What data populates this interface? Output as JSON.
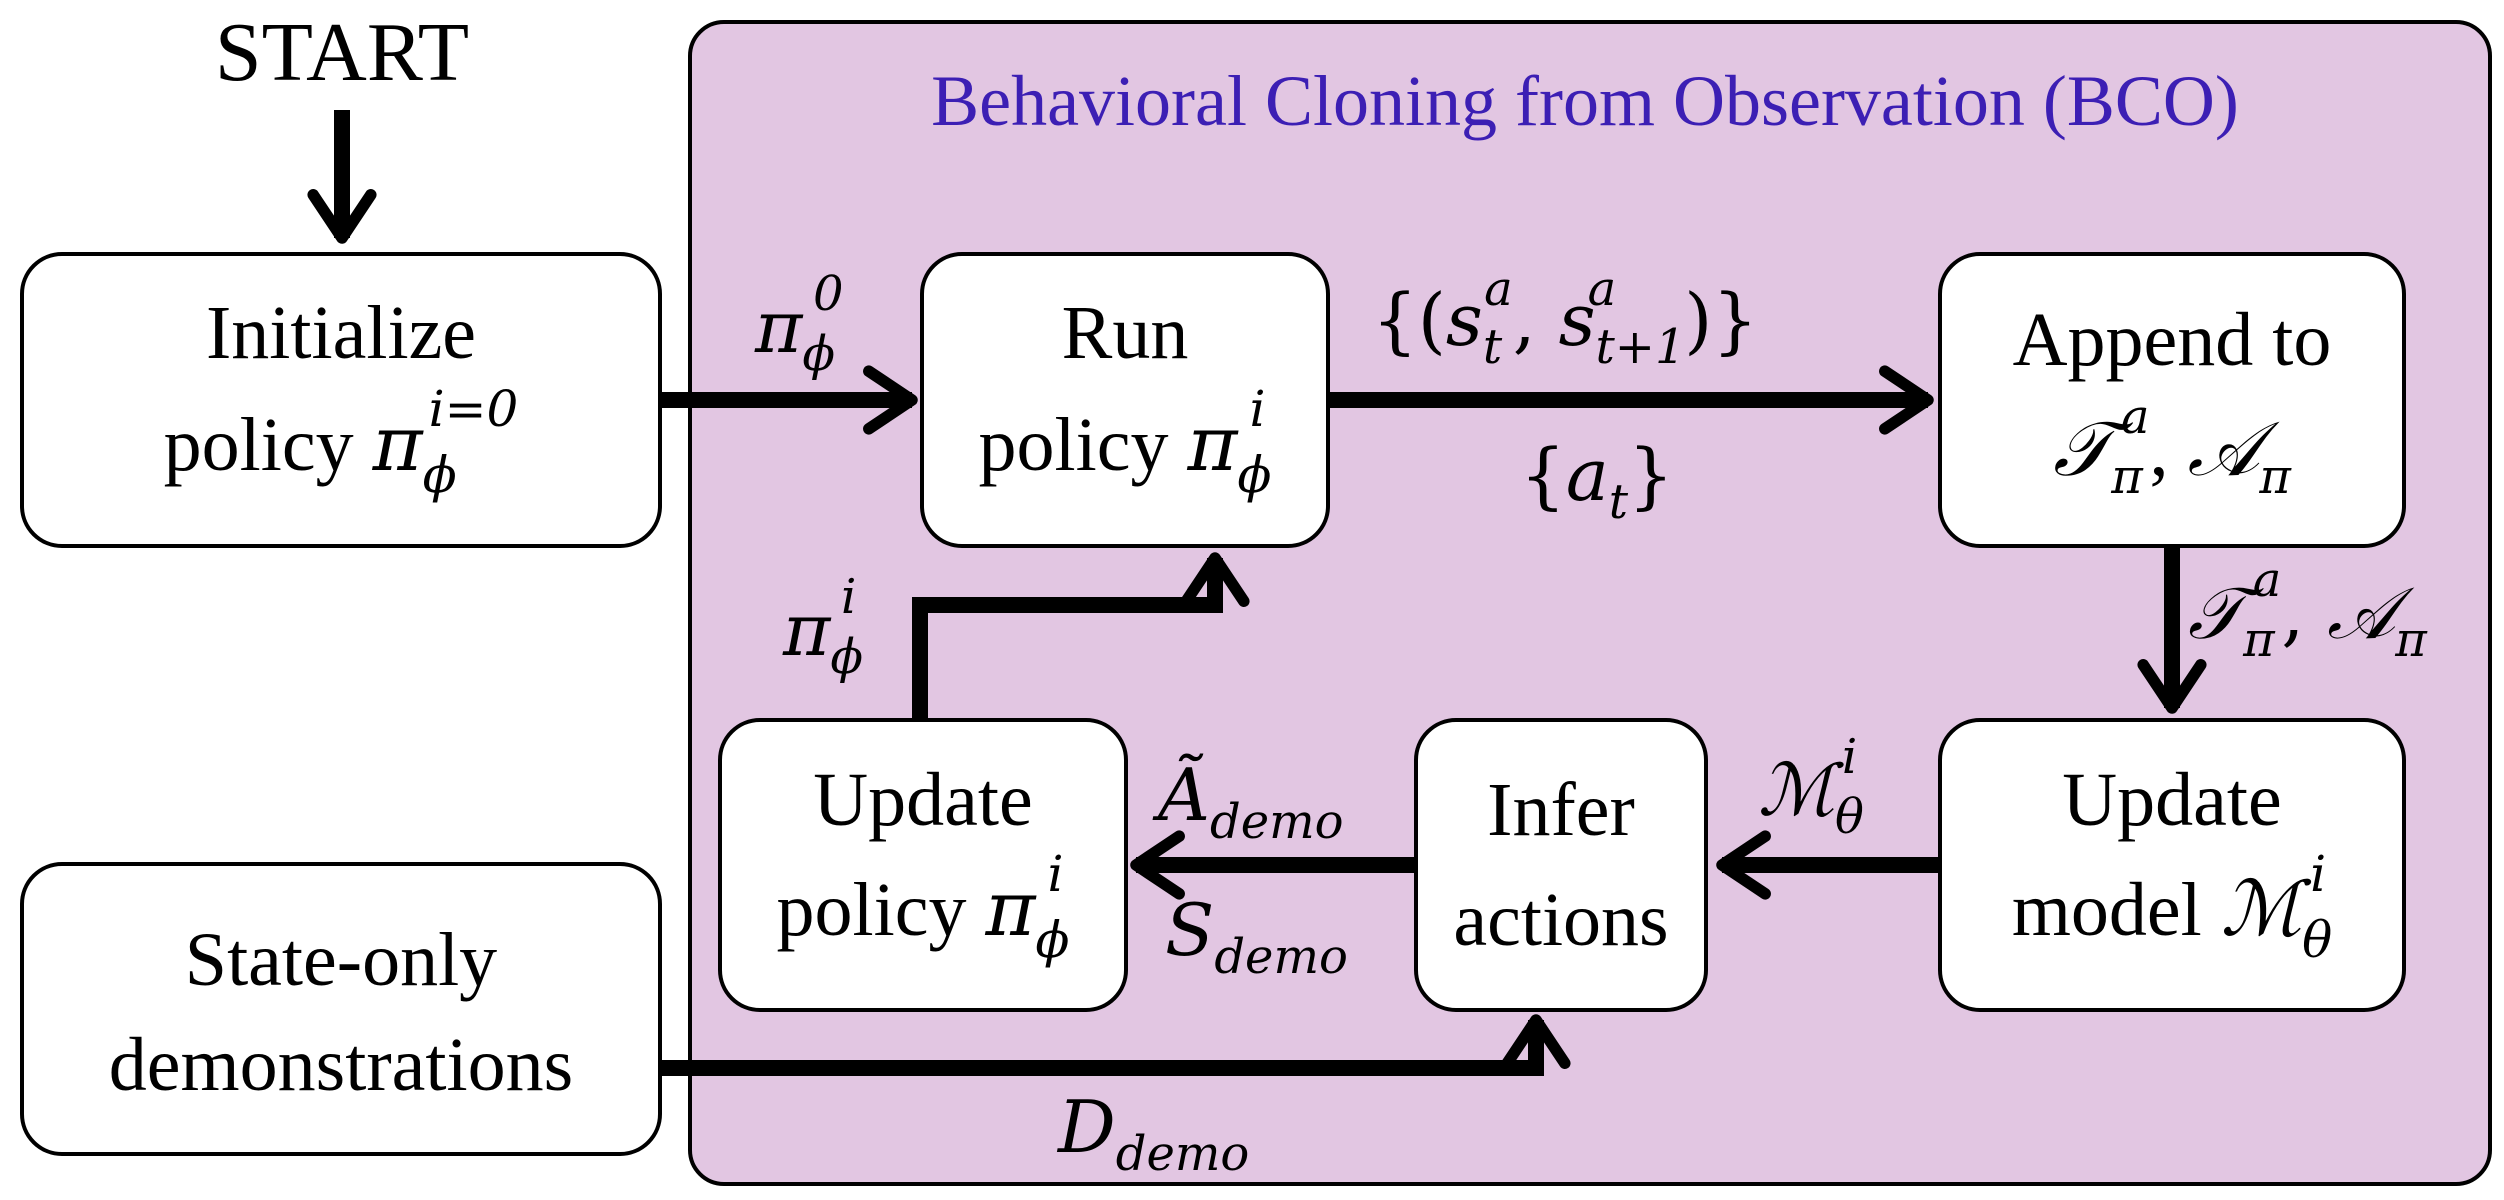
{
  "start_label": "START",
  "bco_region": {
    "title": "Behavioral Cloning from Observation (BCO)",
    "fill": "#e2c6e2",
    "title_color": "#3c1fb4"
  },
  "boxes": {
    "initialize": {
      "line1": "Initialize",
      "line2_text": "policy ",
      "line2_sym": "π",
      "line2_sub": "ϕ",
      "line2_sup": "i=0"
    },
    "run": {
      "line1": "Run",
      "line2_text": "policy ",
      "line2_sym": "π",
      "line2_sub": "ϕ",
      "line2_sup": "i"
    },
    "append": {
      "line1": "Append to",
      "line2_a": "𝒯",
      "line2_a_sub": "π",
      "line2_a_sup": "a",
      "line2_sep": ", ",
      "line2_b": "𝒜",
      "line2_b_sub": "π"
    },
    "state_only": {
      "line1": "State-only",
      "line2": "demonstrations"
    },
    "update_policy": {
      "line1": "Update",
      "line2_text": "policy ",
      "line2_sym": "π",
      "line2_sub": "ϕ",
      "line2_sup": "i"
    },
    "infer": {
      "line1": "Infer",
      "line2": "actions"
    },
    "update_model": {
      "line1": "Update",
      "line2_text": "model ",
      "line2_sym": "ℳ",
      "line2_sub": "θ",
      "line2_sup": "i"
    }
  },
  "edge_labels": {
    "init_to_run": {
      "sym": "π",
      "sub": "ϕ",
      "sup": "0"
    },
    "run_to_append_top": {
      "open": "{(",
      "s1": "s",
      "s1_sub": "t",
      "s1_sup": "a",
      "sep": ", ",
      "s2": "s",
      "s2_sub": "t+1",
      "s2_sup": "a",
      "close": ")}"
    },
    "run_to_append_bottom": {
      "open": "{",
      "sym": "a",
      "sub": "t",
      "close": "}"
    },
    "append_to_model": {
      "a": "𝒯",
      "a_sub": "π",
      "a_sup": "a",
      "sep": ", ",
      "b": "𝒜",
      "b_sub": "π"
    },
    "model_to_infer": {
      "sym": "ℳ",
      "sub": "θ",
      "sup": "i"
    },
    "infer_to_update_top": {
      "sym": "Ã",
      "sub": "demo"
    },
    "infer_to_update_bottom": {
      "sym": "S",
      "sub": "demo"
    },
    "update_to_run": {
      "sym": "π",
      "sub": "ϕ",
      "sup": "i"
    },
    "demos_to_infer": {
      "sym": "D",
      "sub": "demo"
    }
  }
}
